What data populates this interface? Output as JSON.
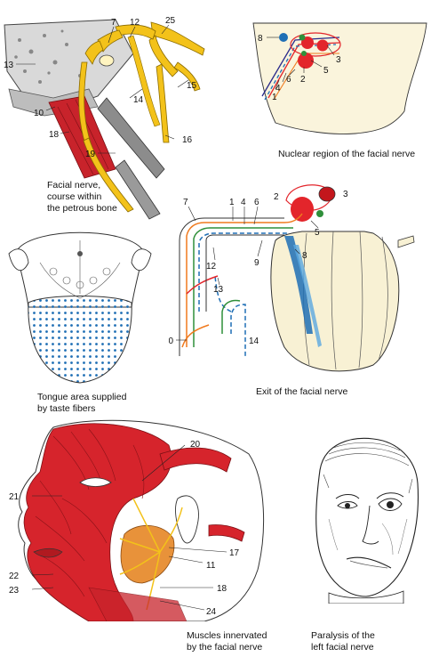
{
  "panels": {
    "petrous": {
      "caption": "Facial nerve,\ncourse within\nthe petrous bone",
      "labels": [
        "7",
        "12",
        "25",
        "13",
        "15",
        "14",
        "10",
        "18",
        "16",
        "19"
      ]
    },
    "nuclear": {
      "caption": "Nuclear region of the facial nerve",
      "labels": [
        "8",
        "3",
        "5",
        "2",
        "6",
        "4",
        "1"
      ]
    },
    "tongue": {
      "caption": "Tongue area supplied\nby taste fibers"
    },
    "exit": {
      "caption": "Exit of the facial nerve",
      "labels": [
        "2",
        "3",
        "7",
        "1",
        "4",
        "6",
        "5",
        "12",
        "9",
        "8",
        "13",
        "10",
        "14"
      ]
    },
    "muscles": {
      "caption": "Muscles innervated\nby the facial nerve",
      "labels": [
        "20",
        "21",
        "17",
        "11",
        "22",
        "23",
        "18",
        "24"
      ]
    },
    "paralysis": {
      "caption": "Paralysis of the\nleft facial nerve"
    }
  },
  "colors": {
    "nerve_yellow": "#f3c21a",
    "muscle_red": "#d6242c",
    "nucleus_red": "#e3252b",
    "fiber_blue": "#1f6fb5",
    "fiber_green": "#2f8f3a",
    "fiber_orange": "#f07a1e",
    "brainstem_fill": "#f8f1d4",
    "gland_orange": "#e8923a",
    "bone_grey": "#cfcfcf"
  }
}
